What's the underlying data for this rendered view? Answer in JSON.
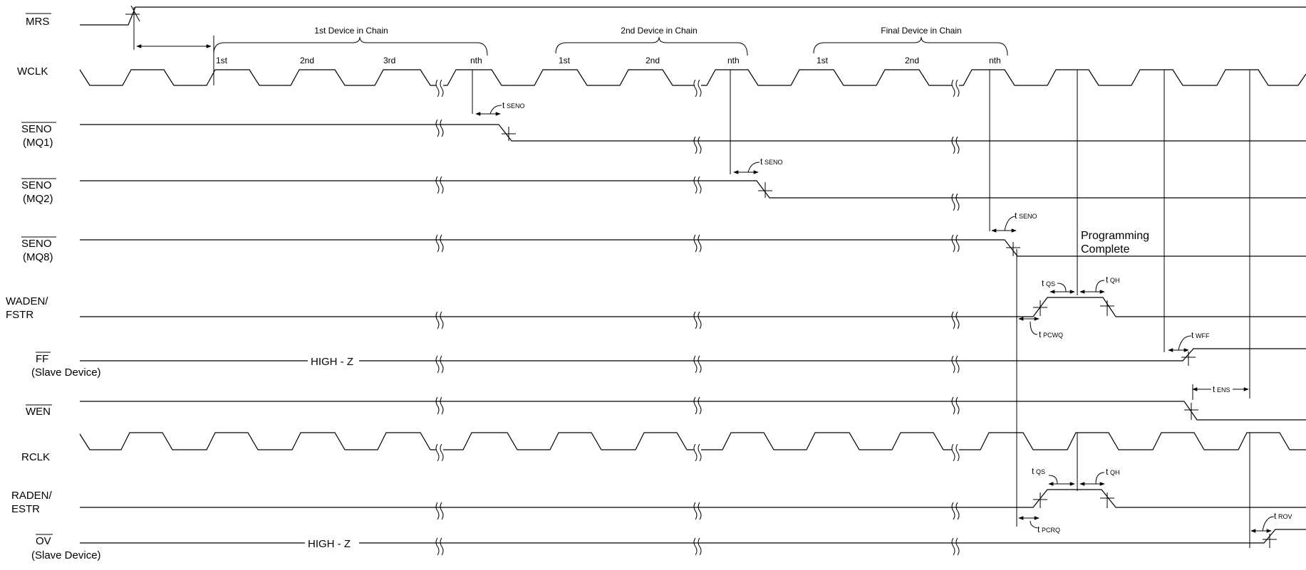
{
  "signals": {
    "mrs": "MRS",
    "wclk": "WCLK",
    "seno1": "SENO",
    "seno1_sub": "(MQ1)",
    "seno2": "SENO",
    "seno2_sub": "(MQ2)",
    "seno8": "SENO",
    "seno8_sub": "(MQ8)",
    "waden": "WADEN/",
    "waden_sub": "FSTR",
    "ff": "FF",
    "ff_sub": "(Slave Device)",
    "wen": "WEN",
    "rclk": "RCLK",
    "raden": "RADEN/",
    "raden_sub": "ESTR",
    "ov": "OV",
    "ov_sub": "(Slave Device)"
  },
  "groups": {
    "first": "1st Device in Chain",
    "second": "2nd Device in Chain",
    "final": "Final Device in Chain"
  },
  "clock_labels": {
    "g1": [
      "1st",
      "2nd",
      "3rd",
      "nth"
    ],
    "g2": [
      "1st",
      "2nd",
      "nth"
    ],
    "g3": [
      "1st",
      "2nd",
      "nth"
    ]
  },
  "timing": {
    "t_seno": "t",
    "t_seno_sub": "SENO",
    "t_qs": "t",
    "t_qs_sub": "QS",
    "t_qh": "t",
    "t_qh_sub": "QH",
    "t_pcwq": "t",
    "t_pcwq_sub": "PCWQ",
    "t_wff": "t",
    "t_wff_sub": "WFF",
    "t_ens": "t",
    "t_ens_sub": "ENS",
    "t_pcrq": "t",
    "t_pcrq_sub": "PCRQ",
    "t_rov": "t",
    "t_rov_sub": "ROV"
  },
  "annotations": {
    "programming_1": "Programming",
    "programming_2": "Complete",
    "high_z_ff": "HIGH - Z",
    "high_z_ov": "HIGH - Z"
  }
}
